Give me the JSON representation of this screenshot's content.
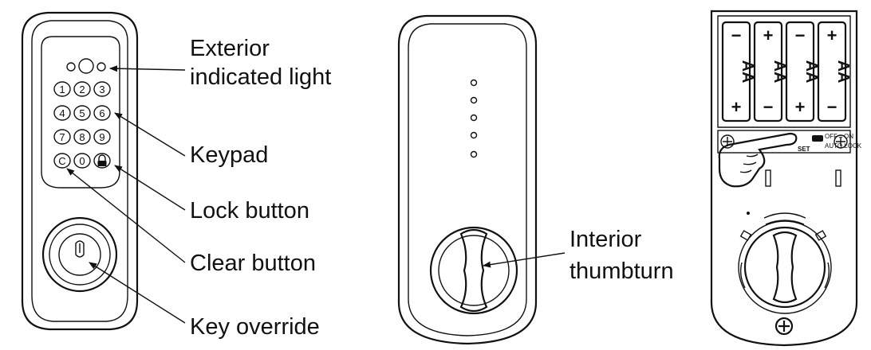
{
  "callouts": {
    "exterior_line1": "Exterior",
    "exterior_line2": "indicated light",
    "keypad": "Keypad",
    "lock_button": "Lock button",
    "clear_button": "Clear button",
    "key_override": "Key override",
    "interior_line1": "Interior",
    "interior_line2": "thumbturn"
  },
  "keypad_keys": [
    "1",
    "2",
    "3",
    "4",
    "5",
    "6",
    "7",
    "8",
    "9",
    "C",
    "0"
  ],
  "batteries": [
    {
      "label": "AA",
      "top_sign": "−",
      "bottom_sign": "+"
    },
    {
      "label": "AA",
      "top_sign": "+",
      "bottom_sign": "−"
    },
    {
      "label": "AA",
      "top_sign": "−",
      "bottom_sign": "+"
    },
    {
      "label": "AA",
      "top_sign": "+",
      "bottom_sign": "−"
    }
  ],
  "switch_labels": {
    "set": "SET",
    "off_on": "OFF↔ON",
    "auto_lock": "AUTO LOCK"
  }
}
